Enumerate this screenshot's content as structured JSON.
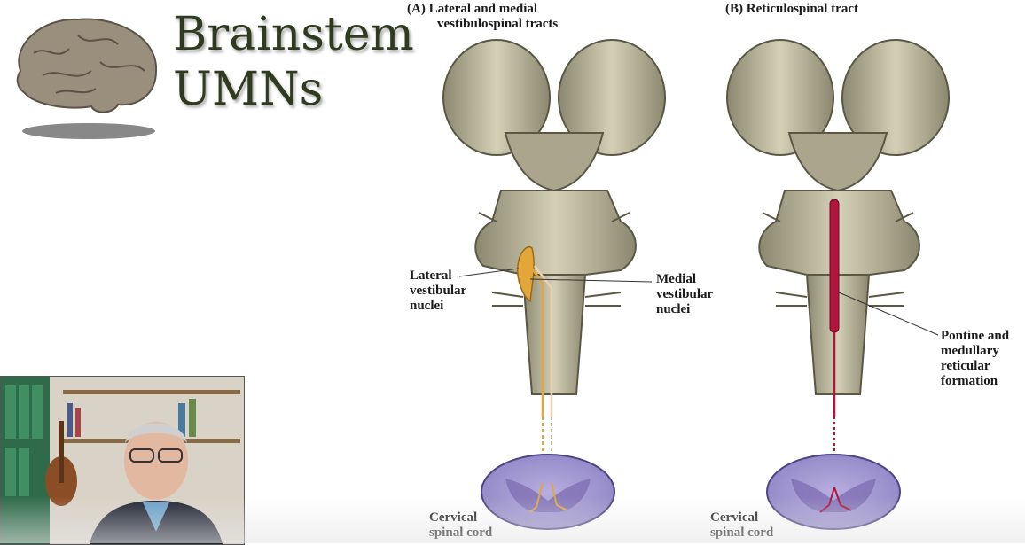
{
  "slide": {
    "title_line1": "Brainstem",
    "title_line2": "UMNs"
  },
  "figure": {
    "panel_a_title_line1": "(A)  Lateral and medial",
    "panel_a_title_line2": "vestibulospinal tracts",
    "panel_b_title": "(B)  Reticulospinal tract",
    "panel_a_labels": {
      "lateral_line1": "Lateral",
      "lateral_line2": "vestibular",
      "lateral_line3": "nuclei",
      "medial_line1": "Medial",
      "medial_line2": "vestibular",
      "medial_line3": "nuclei",
      "cord_line1": "Cervical",
      "cord_line2": "spinal cord"
    },
    "panel_b_labels": {
      "reticular_line1": "Pontine and",
      "reticular_line2": "medullary",
      "reticular_line3": "reticular",
      "reticular_line4": "formation",
      "cord_line1": "Cervical",
      "cord_line2": "spinal cord"
    }
  },
  "colors": {
    "title": "#2f3a1f",
    "brainstem": "#b9b49a",
    "vestibular_nuclei": "#e3a63a",
    "reticulospinal": "#b0163c",
    "spinal_gray": "#7e6fb3",
    "spinal_white": "#c9c3e2"
  },
  "webcam": {
    "icon": "presenter-video"
  }
}
